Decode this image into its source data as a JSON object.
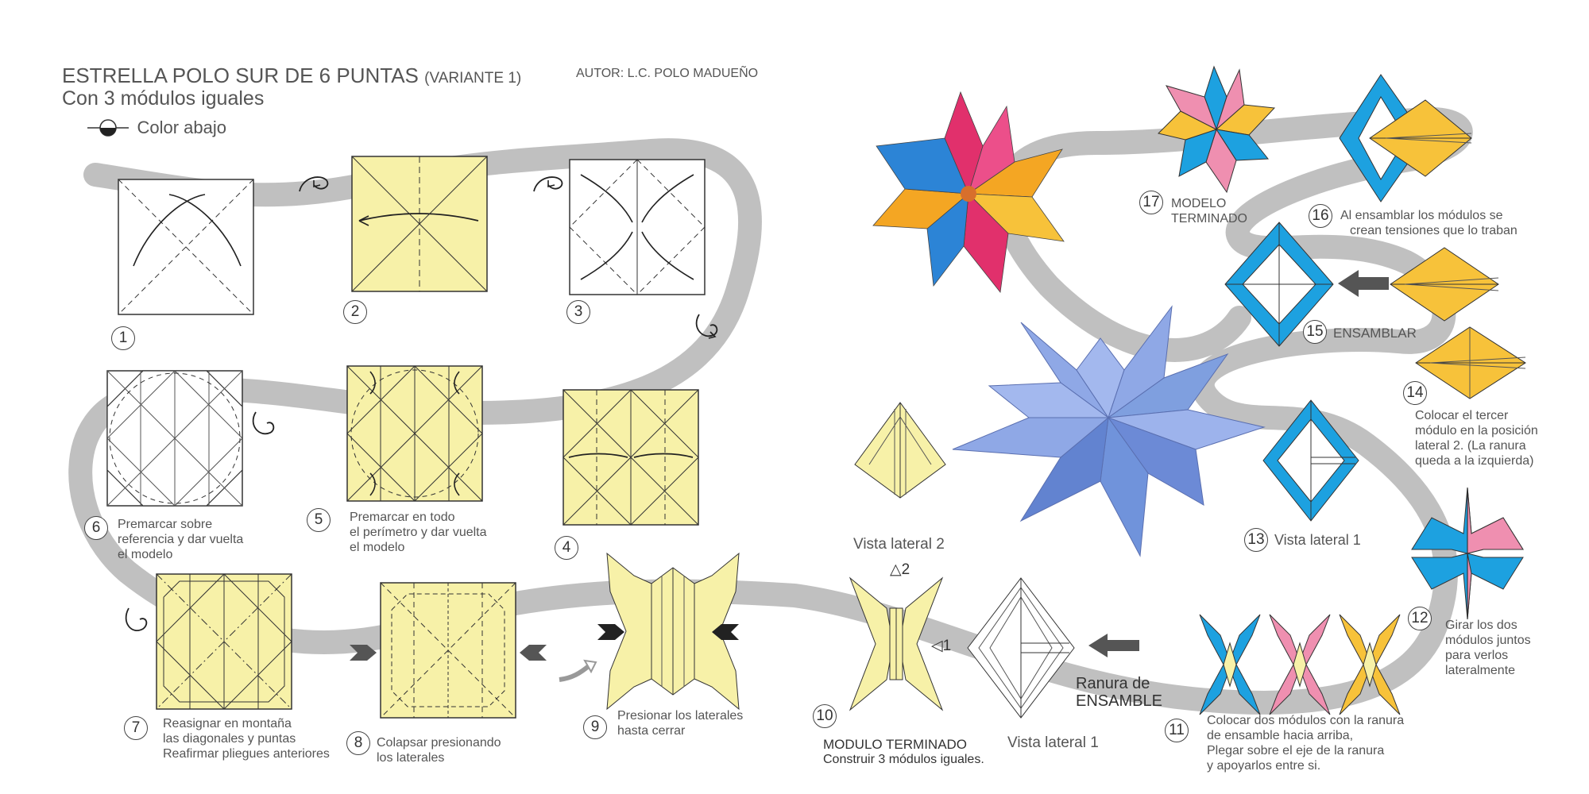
{
  "header": {
    "title": "ESTRELLA POLO SUR DE 6 PUNTAS",
    "variant": "(VARIANTE 1)",
    "author": "AUTOR:  L.C. POLO  MADUEÑO",
    "subtitle": "Con 3 módulos iguales",
    "legend": "Color abajo"
  },
  "colors": {
    "paper_yellow": "#f7f1a8",
    "blue": "#1da1e0",
    "pink": "#ef8fb0",
    "orange": "#f7c23a",
    "path_gray": "#bdbdbd",
    "model_blue": "#7f9fdf"
  },
  "steps": [
    {
      "n": "1",
      "lines": []
    },
    {
      "n": "2",
      "lines": []
    },
    {
      "n": "3",
      "lines": []
    },
    {
      "n": "4",
      "lines": []
    },
    {
      "n": "5",
      "lines": [
        "Premarcar en todo",
        "el perímetro y dar vuelta",
        "el modelo"
      ]
    },
    {
      "n": "6",
      "lines": [
        "Premarcar  sobre",
        "referencia y dar vuelta",
        "el modelo"
      ]
    },
    {
      "n": "7",
      "lines": [
        "Reasignar en montaña",
        "las diagonales y puntas",
        "Reafirmar pliegues anteriores"
      ]
    },
    {
      "n": "8",
      "lines": [
        "Colapsar presionando",
        "los laterales"
      ]
    },
    {
      "n": "9",
      "lines": [
        "Presionar los laterales",
        "hasta cerrar"
      ]
    },
    {
      "n": "10",
      "lines": [
        "MODULO TERMINADO",
        "Construir 3 módulos iguales."
      ]
    },
    {
      "n": "11",
      "lines": [
        "Colocar dos módulos con la ranura",
        "de ensamble hacia arriba,",
        "Plegar sobre el eje de la ranura",
        "y apoyarlos entre si."
      ]
    },
    {
      "n": "12",
      "lines": [
        "Girar los dos",
        "módulos juntos",
        "para verlos",
        "lateralmente"
      ]
    },
    {
      "n": "13",
      "lines": [
        "Vista lateral 1"
      ]
    },
    {
      "n": "14",
      "lines": [
        "Colocar el tercer",
        "módulo en la posición",
        "lateral 2. (La ranura",
        "queda a la izquierda)"
      ]
    },
    {
      "n": "15",
      "lines": [
        "ENSAMBLAR"
      ]
    },
    {
      "n": "16",
      "lines": [
        "Al ensamblar los módulos se",
        "crean tensiones que lo traban"
      ]
    },
    {
      "n": "17",
      "lines": [
        "MODELO",
        "TERMINADO"
      ]
    }
  ],
  "labels": {
    "vista_lateral_2": "Vista lateral 2",
    "vista_lateral_1": "Vista lateral 1",
    "ranura_1": "Ranura de",
    "ranura_2": "ENSAMBLE",
    "view_mark_2": "2",
    "view_mark_1": "1"
  }
}
